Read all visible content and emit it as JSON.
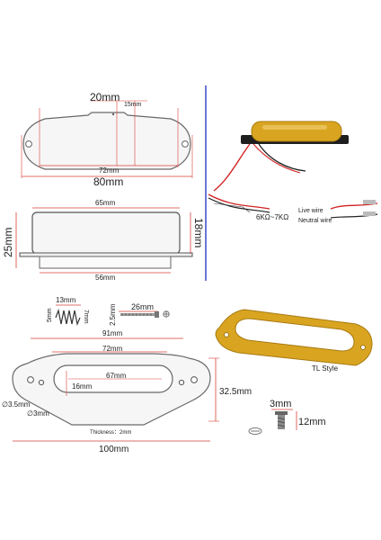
{
  "top_pickup": {
    "width_inner": "20mm",
    "pole_width": "15mm",
    "inner_length": "72mm",
    "outer_length": "80mm"
  },
  "side_view": {
    "top_length": "65mm",
    "height_total": "25mm",
    "height_cover": "18mm",
    "base_length": "56mm"
  },
  "spring": {
    "length": "13mm",
    "small": "5mm",
    "height": "7mm"
  },
  "screw": {
    "length": "26mm",
    "dia": "2.5mm"
  },
  "plate": {
    "hole_span": "91mm",
    "slot_outer": "72mm",
    "slot_inner": "67mm",
    "slot_width": "16mm",
    "hole_large": "∅3.5mm",
    "hole_small": "∅3mm",
    "thickness": "Thickness：2mm",
    "total_length": "100mm",
    "height": "32.5mm"
  },
  "photo": {
    "resistance": "6KΩ~7KΩ",
    "live_wire": "Live wire",
    "neutral_wire": "Neutral wire"
  },
  "ring": {
    "style": "TL Style"
  },
  "small_screw": {
    "dia": "3mm",
    "length": "12mm"
  },
  "colors": {
    "gold": "#d9a521",
    "gold_dark": "#a87a10",
    "outline": "#555555",
    "dim_red": "#d8423a",
    "divider": "#3848c8"
  }
}
